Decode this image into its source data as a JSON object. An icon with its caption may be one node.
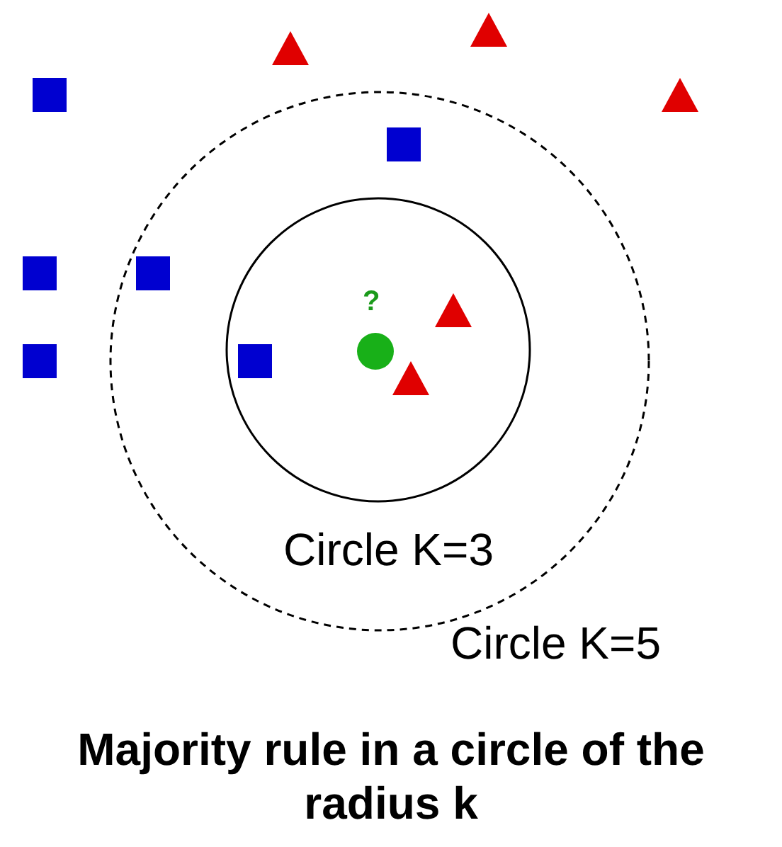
{
  "diagram": {
    "caption": "Majority rule in a circle of the radius k",
    "labels": [
      "?",
      "Circle K=3",
      "Circle K=5"
    ]
  }
}
